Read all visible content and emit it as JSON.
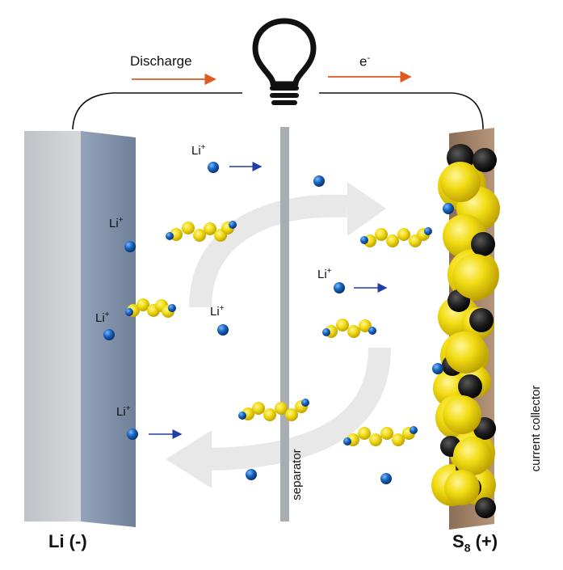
{
  "labels": {
    "discharge": "Discharge",
    "electron": "e",
    "electron_sup": "-",
    "li_ion": "Li",
    "li_ion_sup": "+",
    "anode": "Li (-)",
    "cathode_main": "S",
    "cathode_sub": "8",
    "cathode_sign": " (+)",
    "separator": "separator",
    "current_collector": "current collector"
  },
  "icons": [
    "lightbulb-icon",
    "cycle-arrow-icon"
  ],
  "colors": {
    "anode_face": "#7d8fa8",
    "anode_side": "#c8cbcf",
    "separator": "#a9adb2",
    "collector": "#9a7a62",
    "sulfur": "#f2dc13",
    "carbon": "#1d1d1d",
    "li_ion": "#1565c0",
    "arrow_orange": "#e05a1e",
    "arrow_blue": "#1f3fa8",
    "cycle_arrow": "#e9e9e9"
  }
}
